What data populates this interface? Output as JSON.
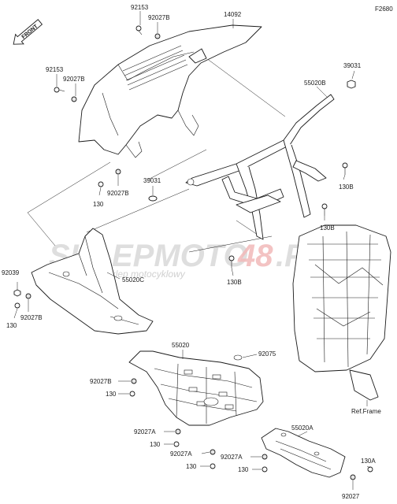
{
  "diagram_code": "F2680",
  "front_label": "FRONT",
  "ref_frame_label": "Ref.Frame",
  "watermark": {
    "brand_main": "SKLEPMOTO",
    "brand_accent": "48",
    "brand_tail": ".P",
    "tagline": "internetowy sklep motocyklowy"
  },
  "part_labels": [
    "92153",
    "92027B",
    "14092",
    "92153",
    "92027B",
    "39031",
    "55020B",
    "130",
    "92027B",
    "39031",
    "130B",
    "130B",
    "130B",
    "92039",
    "55020C",
    "130",
    "92027B",
    "55020",
    "92075",
    "92027B",
    "130",
    "92027A",
    "130",
    "92027A",
    "130",
    "55020A",
    "92027A",
    "130",
    "130A",
    "92027"
  ]
}
